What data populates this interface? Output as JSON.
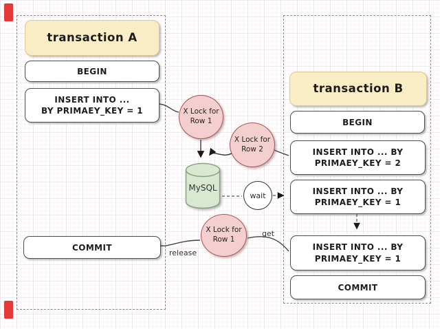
{
  "transaction_a": {
    "title": "transaction A",
    "begin": "BEGIN",
    "insert": {
      "line1": "INSERT INTO ...",
      "line2": "BY PRIMAEY_KEY = 1"
    },
    "commit": "COMMIT"
  },
  "transaction_b": {
    "title": "transaction B",
    "begin": "BEGIN",
    "insert_key2": {
      "line1": "INSERT INTO ... BY",
      "line2": "PRIMAEY_KEY = 2"
    },
    "insert_key1_wait": {
      "line1": "INSERT INTO ... BY",
      "line2": "PRIMAEY_KEY = 1"
    },
    "insert_key1_retry": {
      "line1": "INSERT INTO ... BY",
      "line2": "PRIMAEY_KEY = 1"
    },
    "commit": "COMMIT"
  },
  "locks": {
    "row1_acquire": {
      "line1": "X Lock for",
      "line2": "Row 1"
    },
    "row2_acquire": {
      "line1": "X Lock for",
      "line2": "Row 2"
    },
    "row1_release": {
      "line1": "X Lock for",
      "line2": "Row 1"
    }
  },
  "database": {
    "label": "MySQL"
  },
  "wait_node": {
    "label": "wait"
  },
  "edge_labels": {
    "get": "get",
    "release": "release"
  },
  "colors": {
    "header_fill": "#f9edc6",
    "header_border": "#ddc894",
    "lock_fill": "#f3cfd0",
    "lock_border": "#a85553",
    "database_fill": "#d9e9d1",
    "database_border": "#8ba283",
    "marker_red": "#e5383b"
  }
}
